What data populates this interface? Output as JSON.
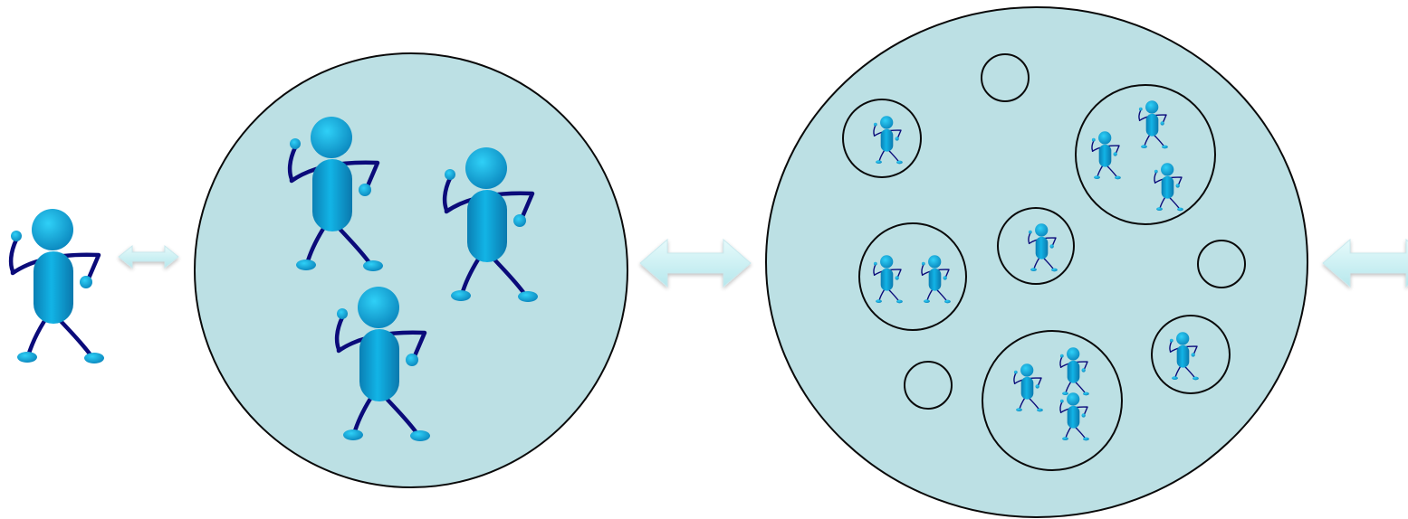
{
  "diagram": {
    "colors": {
      "background": "#ffffff",
      "circle_fill": "#bce0e4",
      "outline": "#0a0a0a",
      "figure_body": "#0aa3d6",
      "figure_limbs": "#0b0b7a",
      "arrow_fill": "#cdeff2"
    },
    "icons": {
      "figure": "stick-person-icon",
      "arrow": "double-headed-arrow-icon"
    },
    "levels": [
      {
        "name": "individual",
        "figures": 1
      },
      {
        "name": "group",
        "figures": 3
      },
      {
        "name": "group-of-groups",
        "subgroups": [
          1,
          3,
          2,
          1,
          0,
          0,
          3,
          1,
          0
        ]
      }
    ]
  }
}
